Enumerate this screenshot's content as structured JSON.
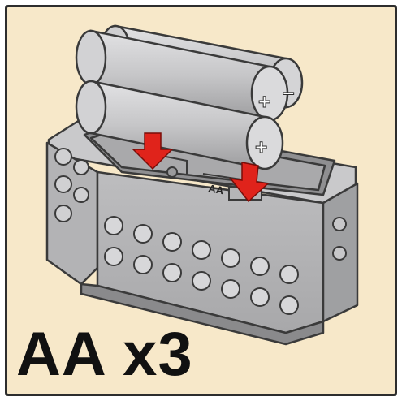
{
  "caption": "AA x3",
  "battery_count": 3,
  "battery_terminals": {
    "plus": "+",
    "minus": "–"
  },
  "compartment_label": "AA",
  "colors": {
    "background": "#f7e8c9",
    "border": "#2d2d2d",
    "box_body": "#b7b7b9",
    "battery": "#c4c4c6",
    "arrow": "#e0231b"
  },
  "icons": [
    "down-arrow-icon",
    "battery-icon",
    "battery-box-icon"
  ]
}
